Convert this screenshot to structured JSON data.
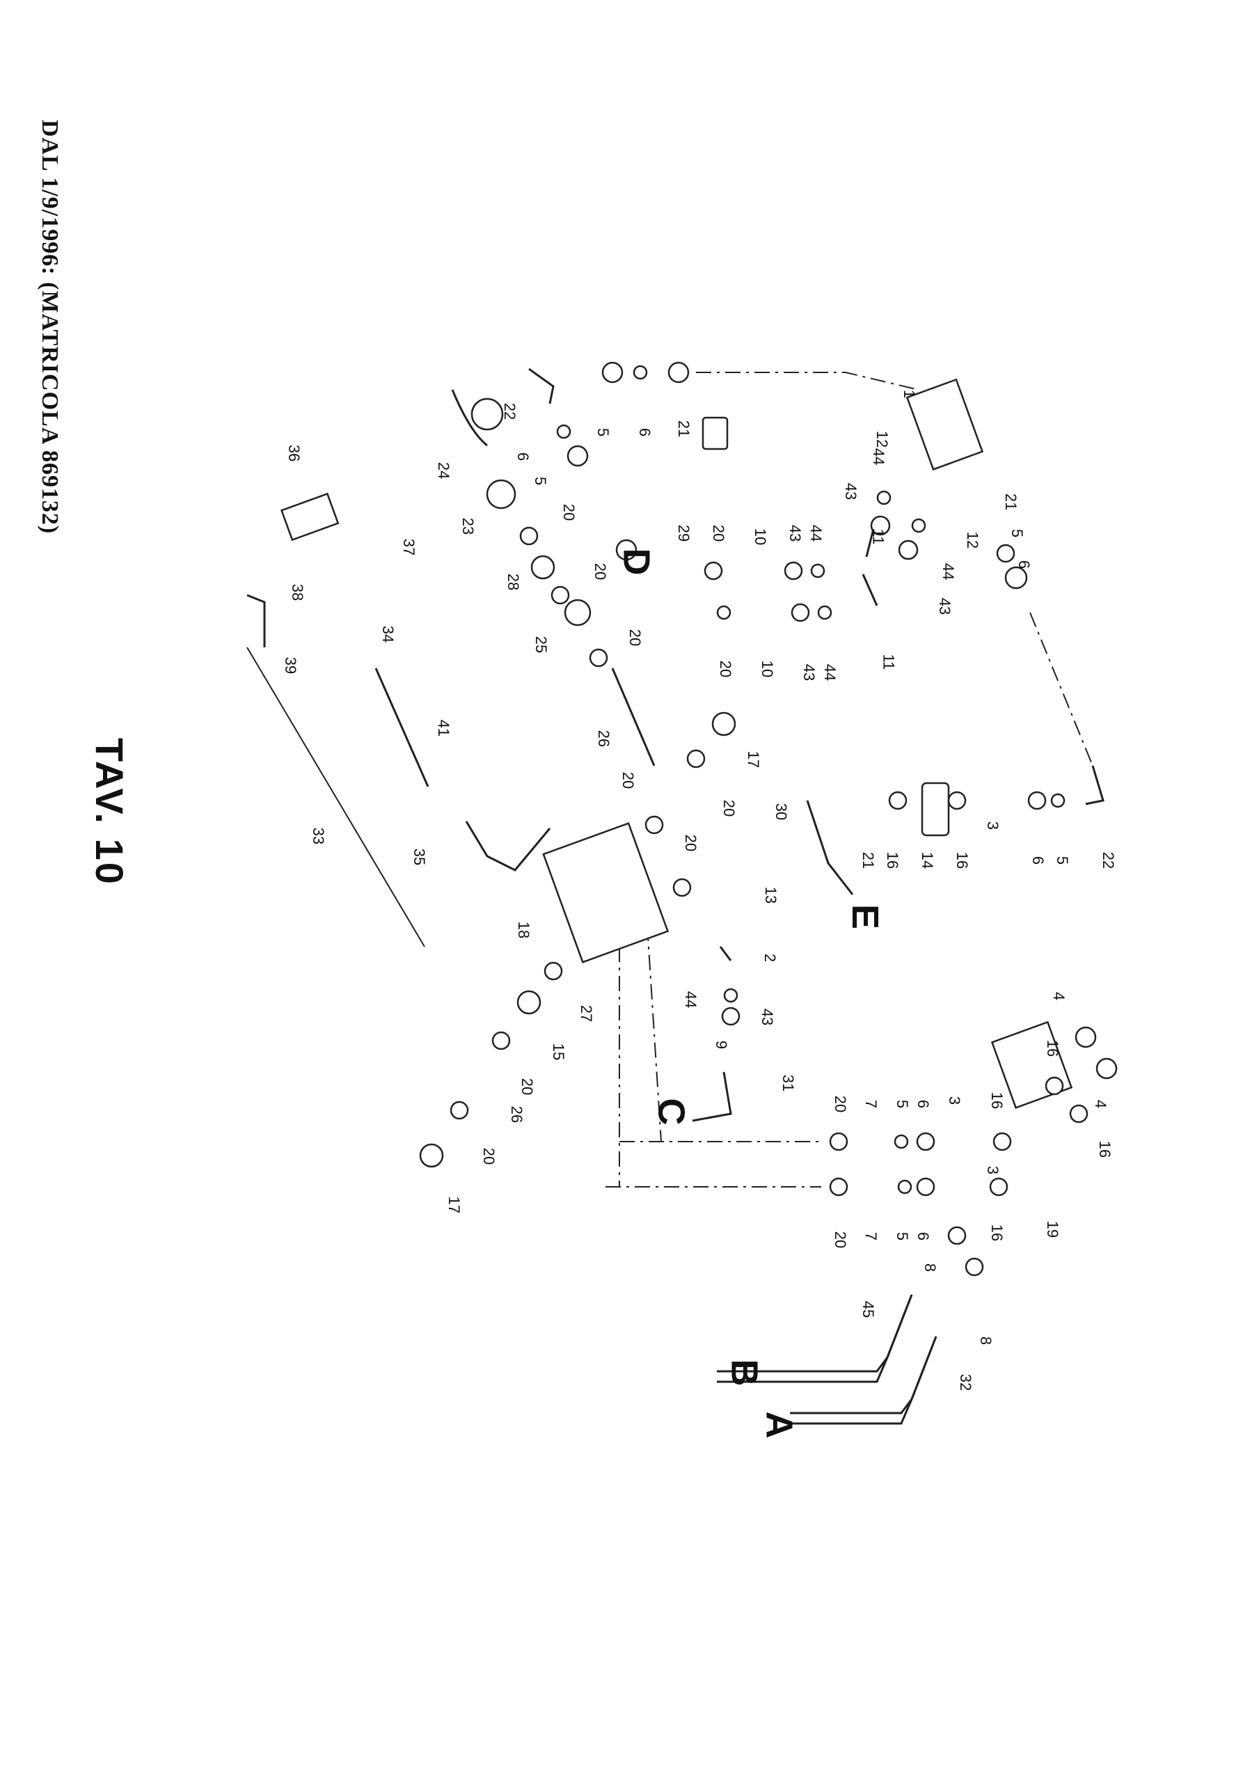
{
  "header": {
    "date_line": "DAL 1/9/1996: (MATRICOLA 869132)",
    "plate_title": "TAV. 10"
  },
  "part_labels": [
    "1",
    "2",
    "3",
    "4",
    "5",
    "6",
    "7",
    "8",
    "9",
    "10",
    "11",
    "12",
    "13",
    "14",
    "15",
    "16",
    "17",
    "18",
    "19",
    "20",
    "21",
    "22",
    "23",
    "24",
    "25",
    "26",
    "27",
    "28",
    "29",
    "30",
    "31",
    "32",
    "33",
    "34",
    "35",
    "36",
    "37",
    "38",
    "39",
    "41",
    "43",
    "44",
    "45"
  ],
  "connection_letters": [
    "A",
    "B",
    "C",
    "D",
    "E"
  ]
}
